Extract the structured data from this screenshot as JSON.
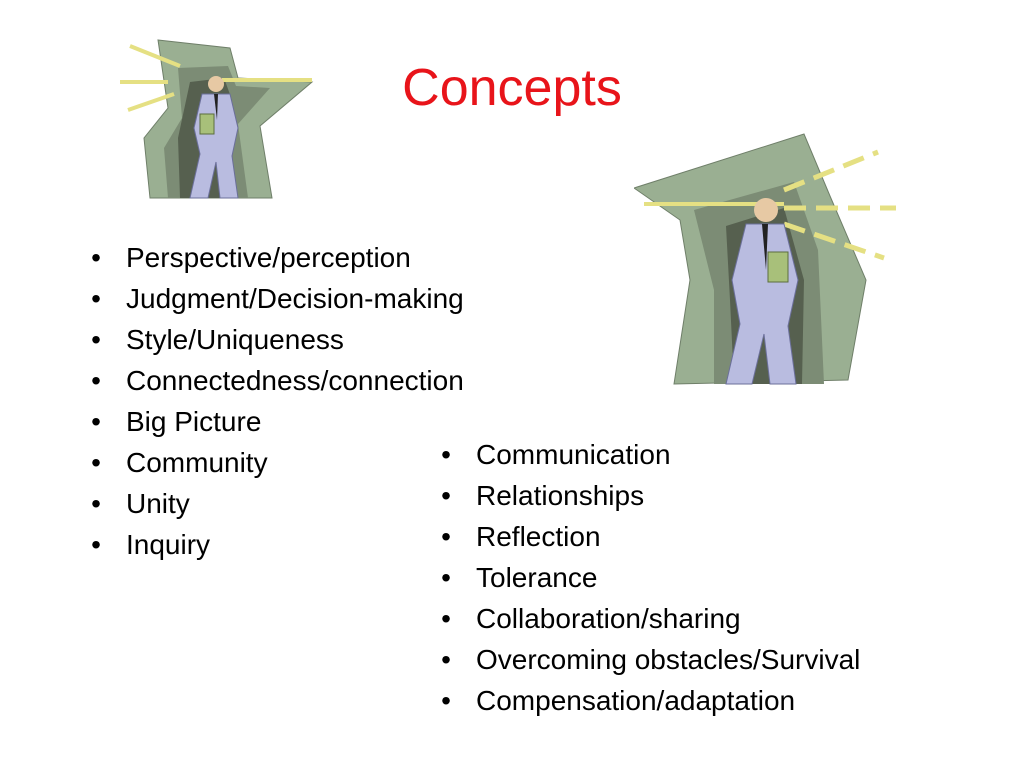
{
  "slide": {
    "title": "Concepts",
    "bullet_char": "•",
    "list_left": [
      "Perspective/perception",
      "Judgment/Decision-making",
      "Style/Uniqueness",
      "Connectedness/connection",
      "Big Picture",
      "Community",
      "Unity",
      "Inquiry"
    ],
    "list_right": [
      "Communication",
      "Relationships",
      "Reflection",
      "Tolerance",
      "Collaboration/sharing",
      "Overcoming obstacles/Survival",
      "Compensation/adaptation"
    ]
  },
  "colors": {
    "title": "#e8141a",
    "text": "#000000",
    "clipart_wall": "#9aaf92",
    "clipart_shadow": "#56604f",
    "clipart_suit": "#b9bce0",
    "clipart_light": "#e5e083"
  },
  "icons": [
    "man-in-light-clipart",
    "man-in-light-clipart"
  ]
}
